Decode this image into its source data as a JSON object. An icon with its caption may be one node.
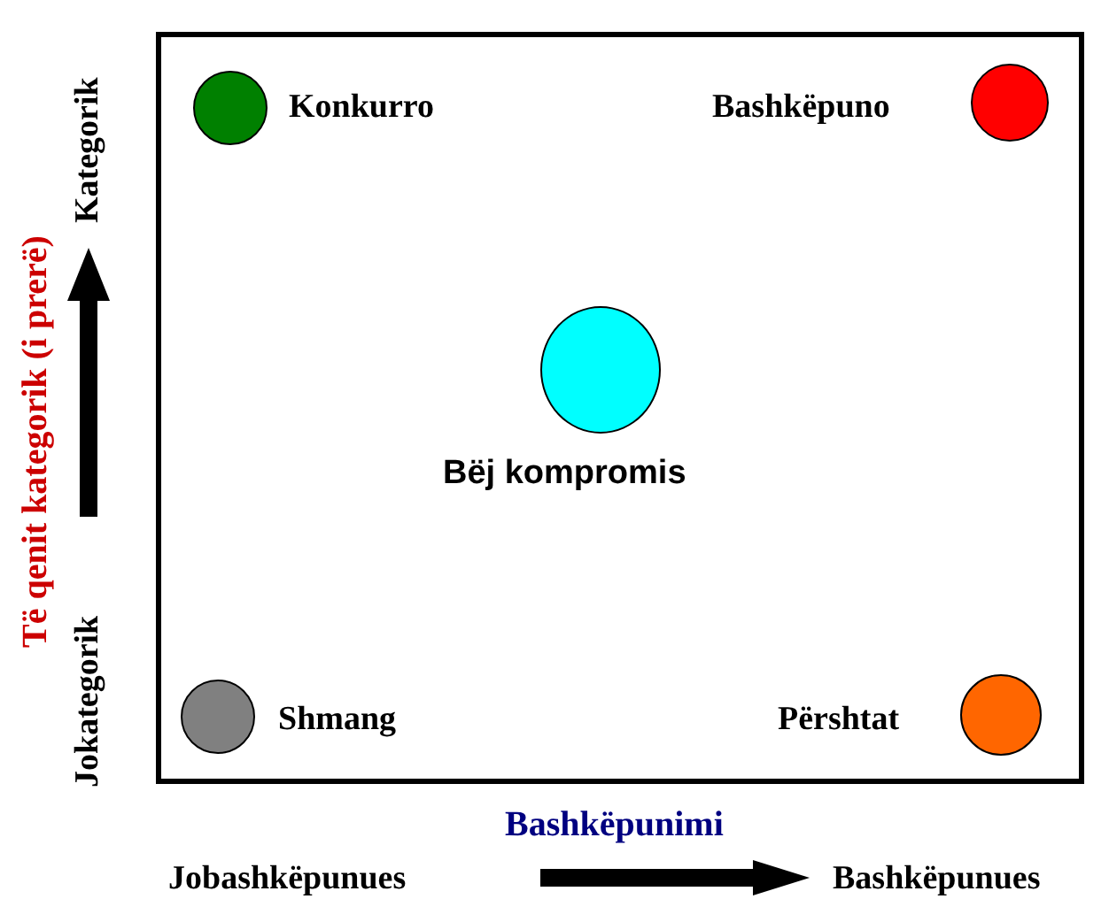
{
  "diagram": {
    "nodes": [
      {
        "text": [],
        "shape": "box"
      },
      {
        "text": [],
        "shape": "circle",
        "beside": [
          "Konkurro"
        ],
        "in": 0
      },
      {
        "text": [],
        "shape": "circle",
        "beside": [
          "Bashkëpuno"
        ],
        "in": 0
      },
      {
        "text": [],
        "shape": "circle",
        "beside": [
          "Bëj kompromis"
        ],
        "in": 0
      },
      {
        "text": [],
        "shape": "circle",
        "beside": [
          "Shmang"
        ],
        "in": 0
      },
      {
        "text": [],
        "shape": "circle",
        "beside": [
          "Përshtat"
        ],
        "in": 0
      }
    ],
    "labels": [
      "Të qenit kategorik (i prerë)",
      "Kategorik",
      "Jokategorik",
      "Bashkëpunimi",
      "Jobashkëpunues",
      "Bashkëpunues"
    ]
  }
}
